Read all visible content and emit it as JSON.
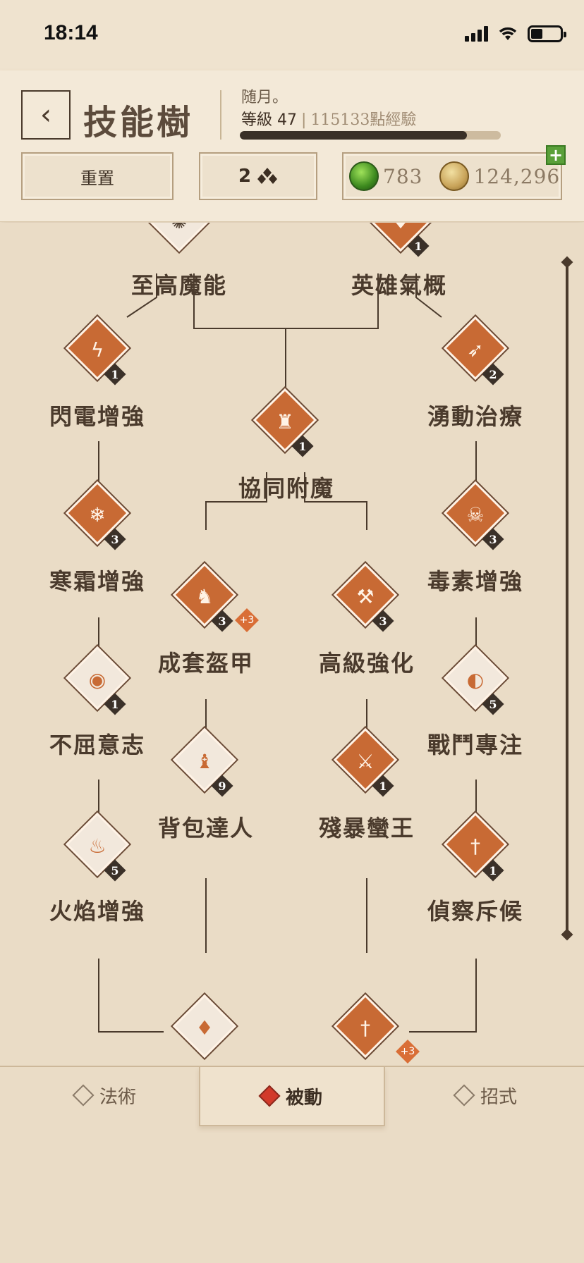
{
  "status": {
    "time": "18:14"
  },
  "header": {
    "title": "技能樹",
    "player_name": "随月。",
    "level_label": "等級",
    "level": "47",
    "xp_text": "115133點經驗",
    "xp_progress": 0.87,
    "reset_label": "重置",
    "skill_points": "2",
    "gems": "783",
    "gold": "124,296"
  },
  "skills": [
    {
      "id": "supreme-magic",
      "label": "至高魔能",
      "rank": "",
      "icon": "supreme-magic-icon"
    },
    {
      "id": "heroic-spirit",
      "label": "英雄氣概",
      "rank": "1",
      "icon": "heart-icon"
    },
    {
      "id": "lightning-boost",
      "label": "閃電增強",
      "rank": "1",
      "icon": "lightning-icon"
    },
    {
      "id": "surge-heal",
      "label": "湧動治療",
      "rank": "2",
      "icon": "running-figure-icon"
    },
    {
      "id": "synergy-enchant",
      "label": "協同附魔",
      "rank": "1",
      "icon": "helmet-icon"
    },
    {
      "id": "frost-boost",
      "label": "寒霜增強",
      "rank": "3",
      "icon": "snowflake-icon"
    },
    {
      "id": "poison-boost",
      "label": "毒素增強",
      "rank": "3",
      "icon": "snake-icon"
    },
    {
      "id": "armor-set",
      "label": "成套盔甲",
      "rank": "3",
      "bonus": "+3",
      "icon": "armor-icon"
    },
    {
      "id": "advanced-upgrade",
      "label": "高級強化",
      "rank": "3",
      "icon": "anvil-icon"
    },
    {
      "id": "unyielding-will",
      "label": "不屈意志",
      "rank": "1",
      "icon": "eye-icon"
    },
    {
      "id": "battle-focus",
      "label": "戰鬥專注",
      "rank": "5",
      "icon": "focus-icon"
    },
    {
      "id": "backpack-master",
      "label": "背包達人",
      "rank": "9",
      "icon": "backpack-icon"
    },
    {
      "id": "brutal-barbarian",
      "label": "殘暴蠻王",
      "rank": "1",
      "icon": "axe-icon"
    },
    {
      "id": "fire-boost",
      "label": "火焰增強",
      "rank": "5",
      "icon": "flame-icon"
    },
    {
      "id": "scout",
      "label": "偵察斥候",
      "rank": "1",
      "icon": "dagger-icon"
    },
    {
      "id": "bottom-left",
      "label": "",
      "rank": "",
      "icon": "fire-shield-icon"
    },
    {
      "id": "bottom-right",
      "label": "",
      "rank": "",
      "bonus": "+3",
      "icon": "sword-icon"
    }
  ],
  "tabs": {
    "spells": "法術",
    "passive": "被動",
    "moves": "招式"
  }
}
